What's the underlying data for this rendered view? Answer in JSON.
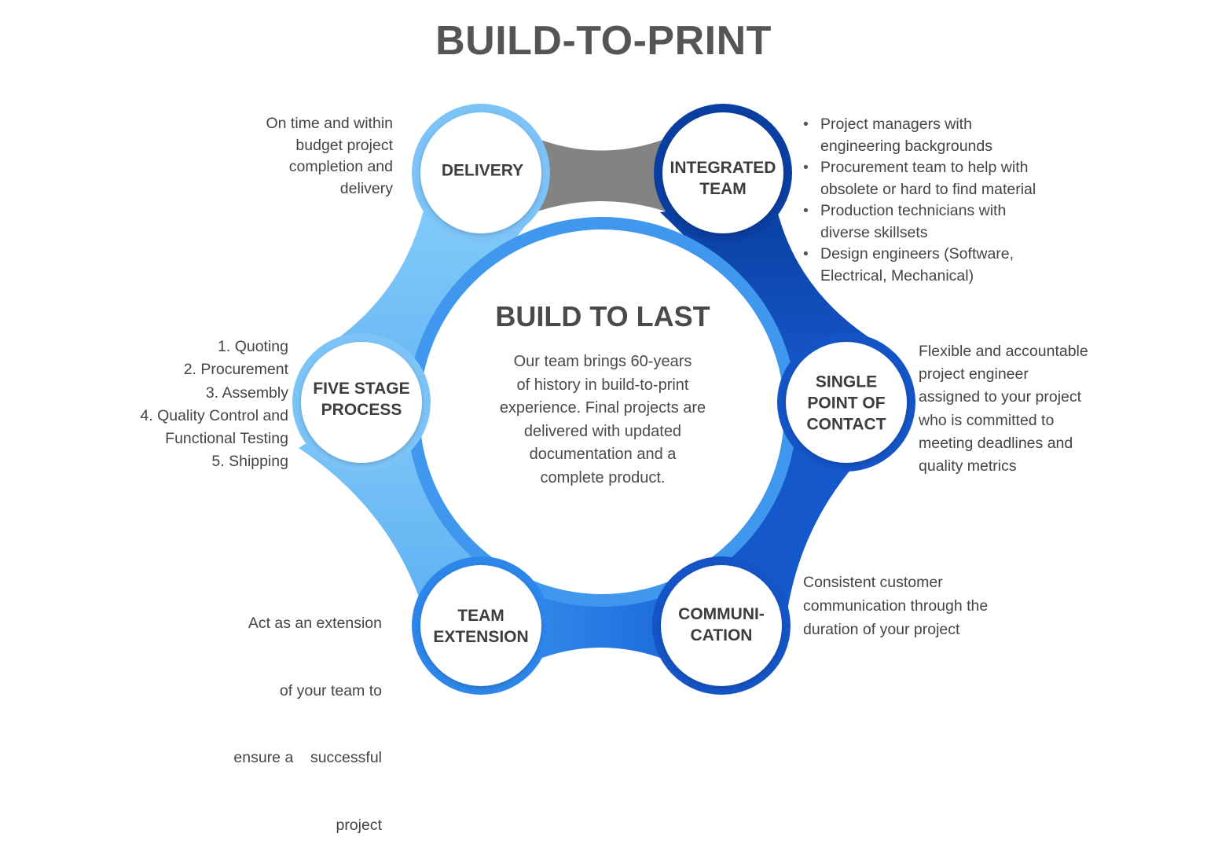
{
  "title": "BUILD-TO-PRINT",
  "center": {
    "title": "BUILD TO LAST",
    "body_lines": [
      "Our team brings 60-years",
      "of history in build-to-print",
      "experience. Final projects are",
      "delivered with updated",
      "documentation and a",
      "complete product."
    ]
  },
  "nodes": [
    {
      "id": "delivery",
      "label_lines": [
        "DELIVERY"
      ]
    },
    {
      "id": "integrated-team",
      "label_lines": [
        "INTEGRATED",
        "TEAM"
      ]
    },
    {
      "id": "single-point-of-contact",
      "label_lines": [
        "SINGLE",
        "POINT OF",
        "CONTACT"
      ]
    },
    {
      "id": "communication",
      "label_lines": [
        "COMMUNI-",
        "CATION"
      ]
    },
    {
      "id": "team-extension",
      "label_lines": [
        "TEAM",
        "EXTENSION"
      ]
    },
    {
      "id": "five-stage-process",
      "label_lines": [
        "FIVE STAGE",
        "PROCESS"
      ]
    }
  ],
  "descriptions": {
    "delivery": [
      "On time and within",
      "budget project",
      "completion and",
      "delivery"
    ],
    "integrated_team": [
      [
        "Project managers with",
        "engineering backgrounds"
      ],
      [
        "Procurement team to help with",
        "obsolete or hard to find material"
      ],
      [
        "Production technicians with",
        "diverse skillsets"
      ],
      [
        "Design engineers (Software,",
        "Electrical, Mechanical)"
      ]
    ],
    "single_point_of_contact": [
      "Flexible and accountable",
      "project engineer",
      "assigned to your project",
      "who is committed to",
      "meeting deadlines and",
      "quality metrics"
    ],
    "communication": [
      "Consistent customer",
      "communication through the",
      "duration of your project"
    ],
    "team_extension": [
      "Act as an extension",
      "of your team to",
      "ensure a    successful",
      "project"
    ],
    "five_stage_process": [
      "1. Quoting",
      "2. Procurement",
      "3. Assembly",
      "4. Quality Control and",
      "Functional Testing",
      "5. Shipping"
    ]
  },
  "colors": {
    "title": "#555555",
    "bridge_gray": "#838383",
    "light_blue": "#7cc3f7",
    "mid_blue": "#2f86e8",
    "dark_blue": "#0d4fb8",
    "navy": "#0a3fa0"
  }
}
